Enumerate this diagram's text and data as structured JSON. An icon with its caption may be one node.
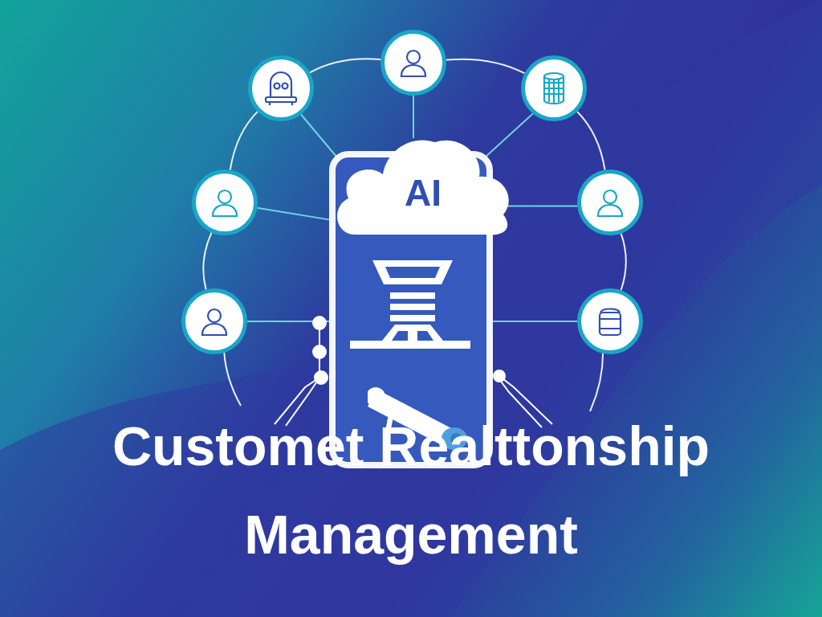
{
  "diagram": {
    "title": "Customet Realttonship Management",
    "nodes": [
      {
        "text": [],
        "shape": "box"
      },
      {
        "text": [
          "AI"
        ],
        "in": 0
      },
      {
        "text": [],
        "shape": "circle"
      },
      {
        "text": [],
        "shape": "circle"
      },
      {
        "text": [],
        "shape": "circle"
      },
      {
        "text": [],
        "shape": "circle"
      },
      {
        "text": [],
        "shape": "circle"
      },
      {
        "text": [],
        "shape": "circle"
      },
      {
        "text": [],
        "shape": "circle"
      }
    ],
    "edges": [
      {
        "from": 2,
        "to": 1,
        "arrow": "none",
        "color": "#6fd3e6"
      },
      {
        "from": 3,
        "to": 0,
        "arrow": "none",
        "color": "#6fd3e6"
      },
      {
        "from": 4,
        "to": 0,
        "arrow": "none",
        "color": "#6fd3e6"
      },
      {
        "from": 5,
        "to": 0,
        "arrow": "none",
        "color": "#6fd3e6"
      },
      {
        "from": 6,
        "to": 1,
        "arrow": "none",
        "color": "#6fd3e6"
      },
      {
        "from": 7,
        "to": 0,
        "arrow": "none",
        "color": "#6fd3e6"
      },
      {
        "from": 8,
        "to": 0,
        "arrow": "none",
        "color": "#6fd3e6"
      },
      {
        "from": 3,
        "to": 2,
        "arrow": "none"
      },
      {
        "from": 2,
        "to": 4,
        "arrow": "none"
      },
      {
        "from": 3,
        "to": 5,
        "arrow": "none"
      },
      {
        "from": 4,
        "to": 6,
        "arrow": "none"
      },
      {
        "from": 5,
        "to": 7,
        "arrow": "none"
      },
      {
        "from": 6,
        "to": 8,
        "arrow": "none"
      },
      {
        "from": 7,
        "to": null,
        "arrow": "none"
      },
      {
        "from": 8,
        "to": null,
        "arrow": "none"
      }
    ]
  }
}
